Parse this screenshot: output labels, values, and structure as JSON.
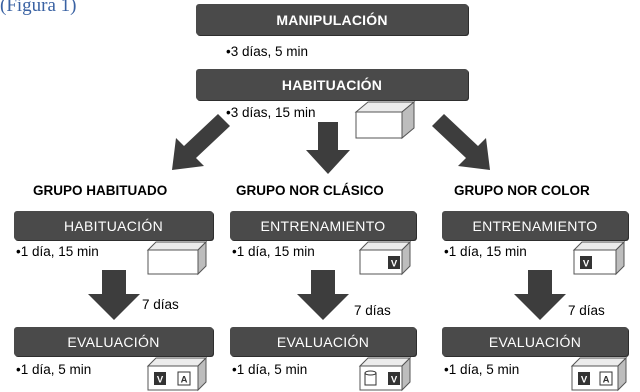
{
  "fragment": "(Figura 1)",
  "top": {
    "manipulacion": {
      "title": "MANIPULACIÓN",
      "detail": "•3 días, 5 min"
    },
    "habituacion": {
      "title": "HABITUACIÓN",
      "detail": "•3 días, 15 min"
    }
  },
  "groups": [
    {
      "name": "GRUPO HABITUADO",
      "phase1": {
        "title": "HABITUACIÓN",
        "detail": "•1 día, 15 min"
      },
      "interval": "7 días",
      "phase2": {
        "title": "EVALUACIÓN",
        "detail": "•1 día, 5 min"
      },
      "phase1_objects": [],
      "phase2_objects": [
        "V",
        "A"
      ]
    },
    {
      "name": "GRUPO NOR CLÁSICO",
      "phase1": {
        "title": "ENTRENAMIENTO",
        "detail": "•1 día, 15 min"
      },
      "interval": "7 días",
      "phase2": {
        "title": "EVALUACIÓN",
        "detail": "•1 día, 5 min"
      },
      "phase1_objects": [
        "V"
      ],
      "phase2_objects": [
        "cylinder",
        "V"
      ]
    },
    {
      "name": "GRUPO NOR COLOR",
      "phase1": {
        "title": "ENTRENAMIENTO",
        "detail": "•1 día, 15 min"
      },
      "interval": "7 días",
      "phase2": {
        "title": "EVALUACIÓN",
        "detail": "•1 día, 5 min"
      },
      "phase1_objects": [
        "V"
      ],
      "phase2_objects": [
        "V",
        "A"
      ]
    }
  ],
  "colors": {
    "header_bg": "#4a4a4a",
    "arrow": "#3d3d3d",
    "fragment": "#3a62a3"
  }
}
